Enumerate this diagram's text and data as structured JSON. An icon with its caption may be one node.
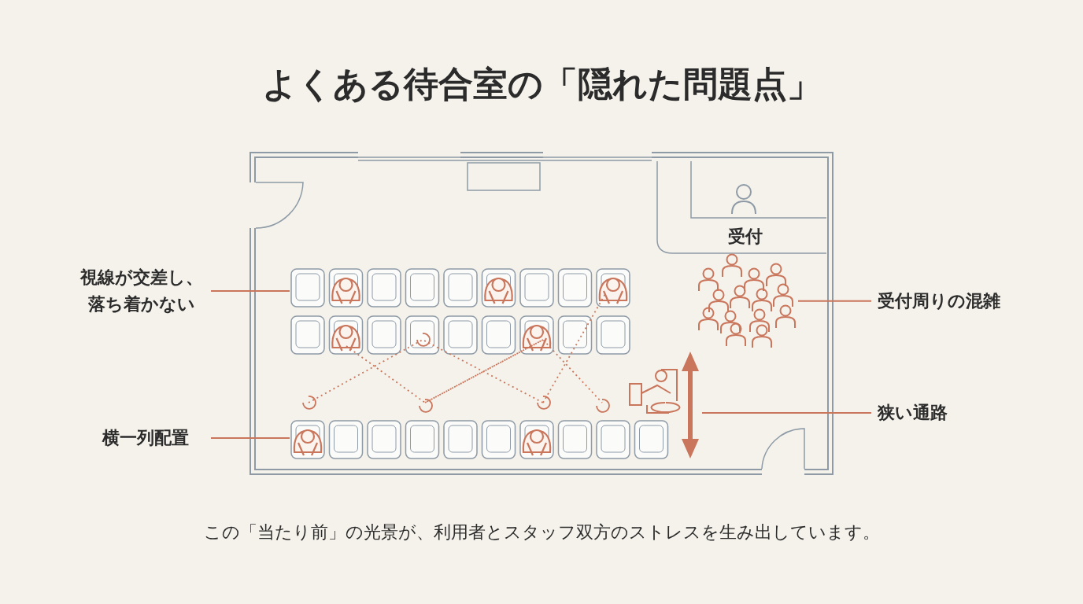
{
  "diagram": {
    "title": "よくある待合室の「隠れた問題点」",
    "caption": "この「当たり前」の光景が、利用者とスタッフ双方のストレスを生み出しています。",
    "nodes": [
      {
        "text": [
          "視線が交差し、落ち着かない"
        ]
      },
      {
        "text": [
          "横一列配置"
        ]
      },
      {
        "text": [
          "受付周りの混雑"
        ]
      },
      {
        "text": [
          "狭い通路"
        ]
      },
      {
        "text": [],
        "shape": "picture"
      },
      {
        "text": [],
        "shape": "picture"
      },
      {
        "text": [],
        "shape": "picture"
      },
      {
        "text": [],
        "shape": "arrow"
      }
    ],
    "edges": [
      {
        "from": 0,
        "to": 4,
        "arrow": "none"
      },
      {
        "from": 1,
        "to": 5,
        "arrow": "none"
      },
      {
        "from": 2,
        "to": 6,
        "arrow": "none"
      },
      {
        "from": 3,
        "to": 7,
        "arrow": "none"
      }
    ],
    "labels": [
      "受付"
    ]
  }
}
